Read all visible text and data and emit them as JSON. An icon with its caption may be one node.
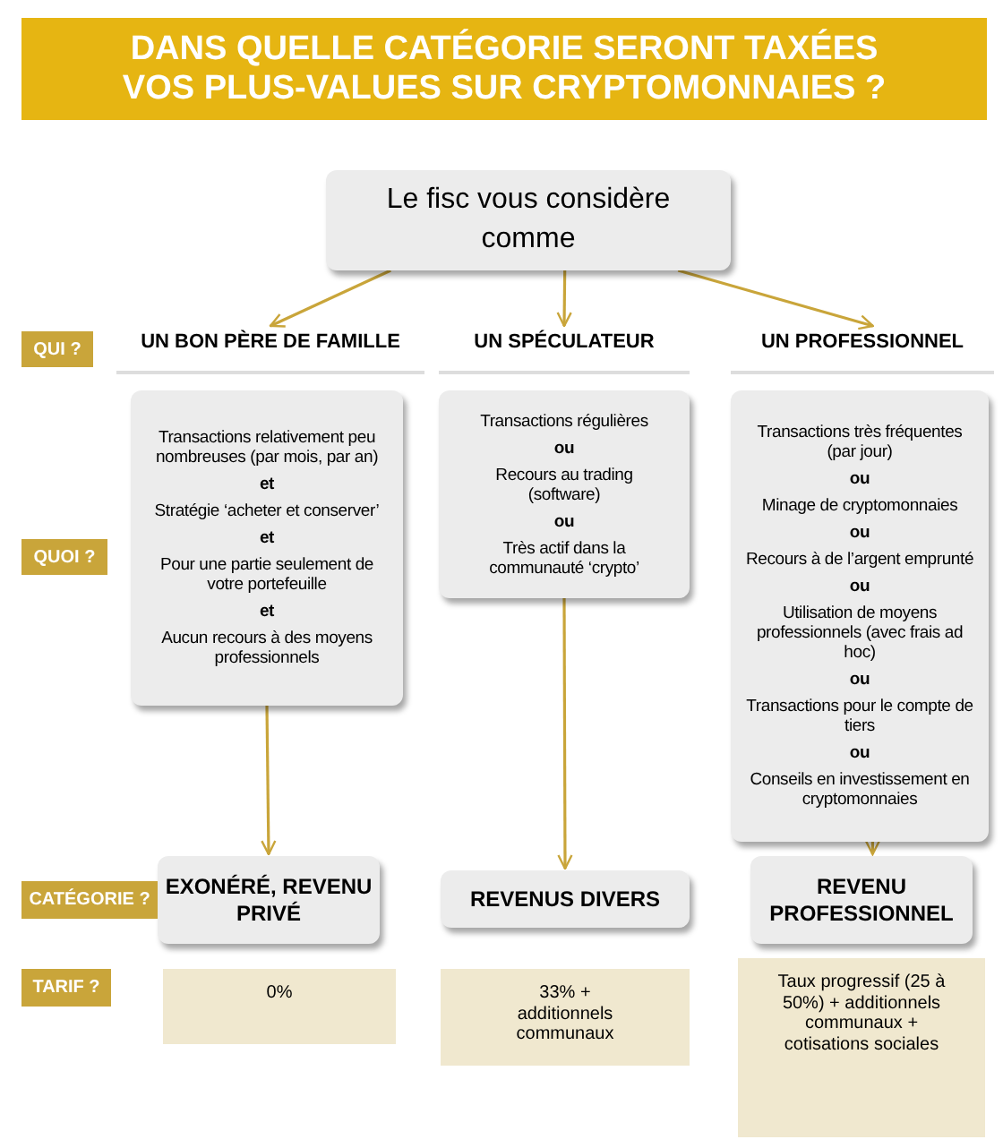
{
  "diagram": {
    "title": "DANS QUELLE CATÉGORIE SERONT TAXÉES VOS PLUS-VALUES SUR CRYPTOMONNAIES ?",
    "nodes": [
      {
        "text": [
          "Le fisc vous considère comme"
        ]
      },
      {
        "text": [
          "UN BON PÈRE DE FAMILLE"
        ]
      },
      {
        "text": [
          "UN SPÉCULATEUR"
        ]
      },
      {
        "text": [
          "UN PROFESSIONNEL"
        ]
      },
      {
        "text": [
          "Transactions relativement peu nombreuses (par mois, par an)",
          "et",
          "Stratégie ‘acheter et conserver’",
          "et",
          "Pour une partie seulement de votre portefeuille",
          "et",
          "Aucun recours à des moyens professionnels"
        ]
      },
      {
        "text": [
          "Transactions régulières",
          "ou",
          "Recours au trading (software)",
          "ou",
          "Très actif dans la communauté ‘crypto’"
        ]
      },
      {
        "text": [
          "Transactions très fréquentes (par jour)",
          "ou",
          "Minage de cryptomonnaies",
          "ou",
          "Recours à de l’argent emprunté",
          "ou",
          "Utilisation de moyens professionnels (avec frais ad hoc)",
          "ou",
          "Transactions pour le compte de tiers",
          "ou",
          "Conseils en investissement en cryptomonnaies"
        ]
      },
      {
        "text": [
          "EXONÉRÉ, REVENU PRIVÉ"
        ]
      },
      {
        "text": [
          "REVENUS DIVERS"
        ]
      },
      {
        "text": [
          "REVENU PROFESSIONNEL"
        ]
      },
      {
        "text": [
          "0%"
        ]
      },
      {
        "text": [
          "33% + additionnels communaux"
        ]
      },
      {
        "text": [
          "Taux progressif (25 à 50%) + additionnels communaux + cotisations sociales"
        ]
      },
      {
        "text": [
          "QUI ?"
        ]
      },
      {
        "text": [
          "QUOI ?"
        ]
      },
      {
        "text": [
          "CATÉGORIE ?"
        ]
      },
      {
        "text": [
          "TARIF ?"
        ]
      }
    ],
    "edges": [
      {
        "from": 0,
        "to": 1,
        "arrow": "to"
      },
      {
        "from": 0,
        "to": 2,
        "arrow": "to"
      },
      {
        "from": 0,
        "to": 3,
        "arrow": "to"
      },
      {
        "from": 4,
        "to": 7,
        "arrow": "to"
      },
      {
        "from": 5,
        "to": 8,
        "arrow": "to"
      },
      {
        "from": 6,
        "to": 9,
        "arrow": "to"
      }
    ]
  }
}
